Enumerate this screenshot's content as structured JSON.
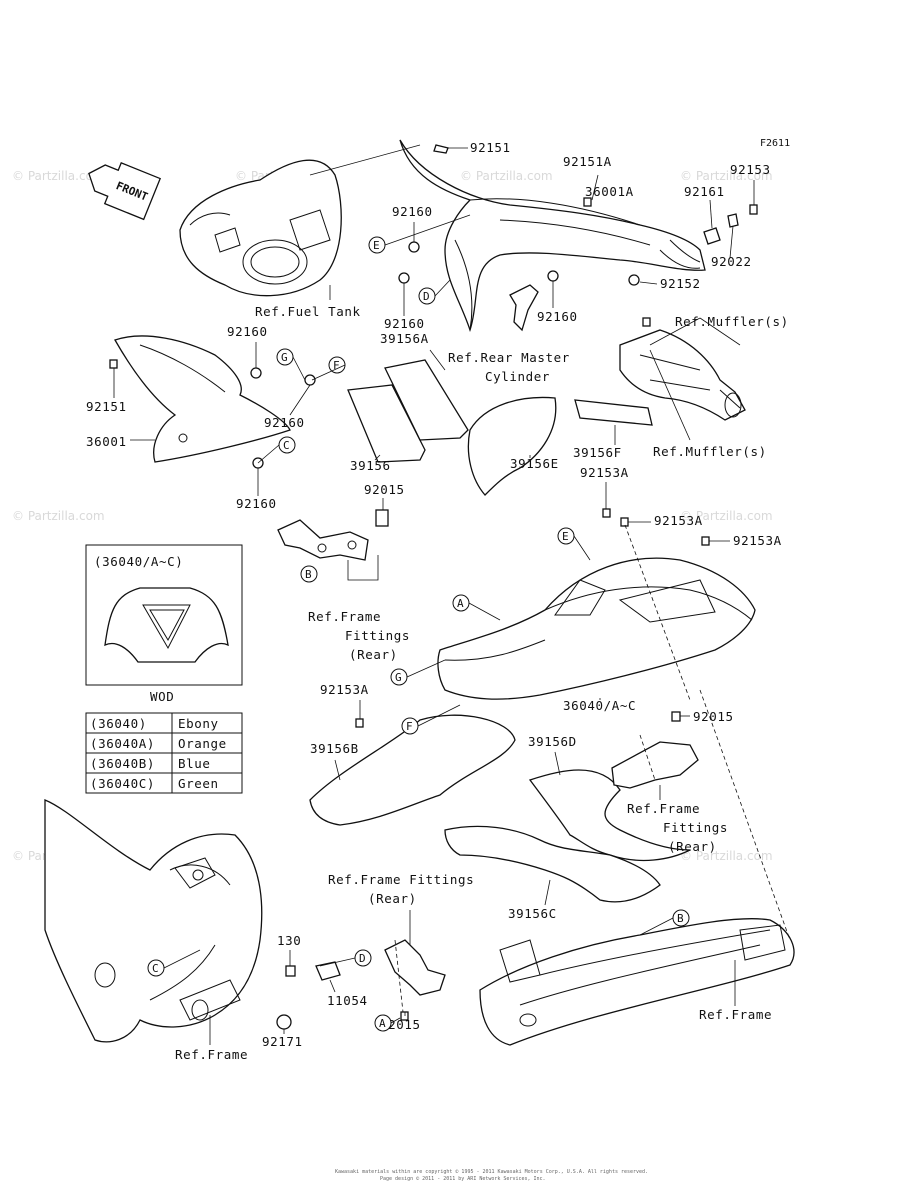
{
  "figure_code": "F2611",
  "front_label": "FRONT",
  "watermarks": [
    "© Partzilla.com",
    "© Partzilla.com",
    "© Partzilla.com",
    "© Partzilla.com",
    "© Partzilla.com",
    "© Partzilla.com",
    "© Partzilla.com",
    "© Partzilla.com"
  ],
  "part_labels": {
    "p92151_top": "92151",
    "p92151A": "92151A",
    "p92153": "92153",
    "p36001A": "36001A",
    "p92161": "92161",
    "p92160_a": "92160",
    "p92022": "92022",
    "p92152": "92152",
    "p92160_b": "92160",
    "p39156A": "39156A",
    "p92160_c": "92160",
    "p92160_d": "92160",
    "p92160_e": "92160",
    "p92160_f": "92160",
    "p92151_left": "92151",
    "p36001": "36001",
    "p39156": "39156",
    "p39156E": "39156E",
    "p39156F": "39156F",
    "p92153A_a": "92153A",
    "p92153A_b": "92153A",
    "p92153A_c": "92153A",
    "p92015_a": "92015",
    "p92153A_d": "92153A",
    "p36040": "36040/A~C",
    "p92015_b": "92015",
    "p39156B": "39156B",
    "p39156D": "39156D",
    "p39156C": "39156C",
    "p130": "130",
    "p11054": "11054",
    "p92171": "92171",
    "p92015_c": "92015"
  },
  "ref_labels": {
    "fuel_tank": "Ref.Fuel Tank",
    "rear_master_1": "Ref.Rear Master",
    "rear_master_2": "Cylinder",
    "muffler_a": "Ref.Muffler(s)",
    "muffler_b": "Ref.Muffler(s)",
    "frame_fit_a1": "Ref.Frame",
    "frame_fit_a2": "Fittings",
    "frame_fit_a3": "(Rear)",
    "frame_fit_b1": "Ref.Frame",
    "frame_fit_b2": "Fittings",
    "frame_fit_b3": "(Rear)",
    "frame_fit_c1": "Ref.Frame Fittings",
    "frame_fit_c2": "(Rear)",
    "frame_left": "Ref.Frame",
    "frame_right": "Ref.Frame"
  },
  "callouts": [
    "A",
    "B",
    "C",
    "D",
    "E",
    "F",
    "G"
  ],
  "inset": {
    "title": "(36040/A~C)",
    "caption": "WOD"
  },
  "color_table": [
    {
      "code": "(36040)",
      "color": "Ebony"
    },
    {
      "code": "(36040A)",
      "color": "Orange"
    },
    {
      "code": "(36040B)",
      "color": "Blue"
    },
    {
      "code": "(36040C)",
      "color": "Green"
    }
  ],
  "footer": {
    "line1": "Kawasaki materials within are copyright © 1995 - 2011 Kawasaki Motors Corp., U.S.A. All rights reserved.",
    "line2": "Page design © 2011 - 2011 by ARI Network Services, Inc."
  }
}
